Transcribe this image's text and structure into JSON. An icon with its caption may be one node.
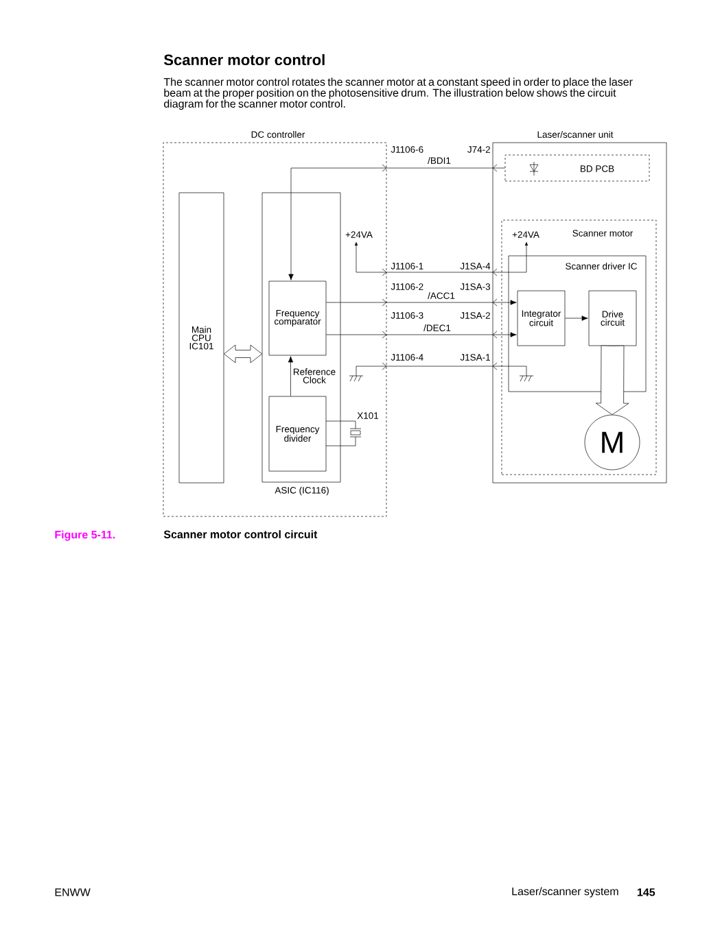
{
  "diagram": {
    "title": "Scanner motor control",
    "caption": "Scanner motor control circuit",
    "nodes": [
      {
        "text": [
          "DC controller"
        ]
      },
      {
        "text": [
          "Main CPU IC101"
        ],
        "in": 0
      },
      {
        "text": [
          "ASIC (IC116)"
        ],
        "in": 0
      },
      {
        "text": [
          "Frequency comparator"
        ],
        "in": 2
      },
      {
        "text": [
          "Frequency divider"
        ],
        "in": 2
      },
      {
        "text": [
          "Laser/scanner unit"
        ]
      },
      {
        "text": [
          "BD PCB"
        ],
        "in": 5
      },
      {
        "text": [
          "Scanner motor"
        ],
        "in": 5
      },
      {
        "text": [
          "Scanner driver IC"
        ],
        "in": 7
      },
      {
        "text": [
          "Integrator circuit"
        ],
        "in": 8
      },
      {
        "text": [
          "Drive circuit"
        ],
        "in": 8
      },
      {
        "text": [
          "M"
        ],
        "in": 7
      }
    ],
    "edges": [
      {
        "from": 6,
        "to": 3,
        "arrow": "to",
        "label": "/BDI1"
      },
      {
        "from": 3,
        "to": 9,
        "arrow": "to",
        "label": "/ACC1"
      },
      {
        "from": 3,
        "to": 9,
        "arrow": "to",
        "label": "/DEC1"
      },
      {
        "from": 4,
        "to": 3,
        "arrow": "to",
        "label": "Reference Clock"
      },
      {
        "from": 1,
        "to": 2,
        "arrow": "both",
        "style": "thick"
      },
      {
        "from": 9,
        "to": 10,
        "arrow": "to"
      },
      {
        "from": 10,
        "to": 11,
        "arrow": "to",
        "style": "thick"
      }
    ],
    "labels": [
      "The scanner motor control rotates the scanner motor at a constant speed in order to place the laser beam at the proper position on the photosensitive drum. The illustration below shows the circuit diagram for the scanner motor control.",
      "J1106-6",
      "J74-2",
      "+24VA",
      "+24VA",
      "J1106-1",
      "J1SA-4",
      "J1106-2",
      "J1SA-3",
      "J1106-3",
      "J1SA-2",
      "J1106-4",
      "J1SA-1",
      "X101",
      "Figure 5-11.",
      "ENWW",
      "Laser/scanner system",
      "145"
    ]
  }
}
